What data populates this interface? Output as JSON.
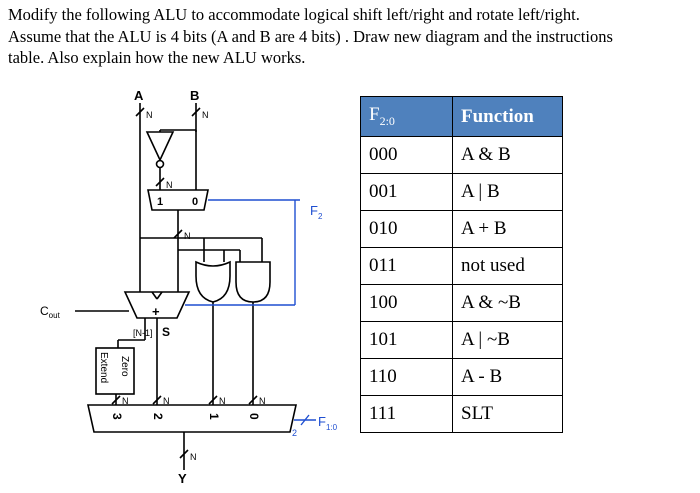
{
  "question": {
    "line1": "Modify the following ALU to accommodate logical shift left/right and rotate left/right.",
    "line2": "Assume that the ALU is 4 bits (A and B are 4 bits) . Draw new diagram and the instructions",
    "line3": "table. Also explain how the new ALU works."
  },
  "diagram": {
    "input_a": "A",
    "input_b": "B",
    "bus_width_a": "N",
    "bus_width_b": "N",
    "bus_width_inv": "N",
    "bus_width_mux_out": "N",
    "bus_width_zero_ext": "N",
    "bus_width_and": "N",
    "bus_width_or": "N",
    "bus_width_y": "N",
    "mux2_in0": "0",
    "mux2_in1": "1",
    "adder_symbol": "+",
    "sum_label": "S",
    "msb_label": "[N-1]",
    "zero_extend_line1": "Zero",
    "zero_extend_line2": "Extend",
    "mux4_in3": "3",
    "mux4_in2": "2",
    "mux4_in1": "1",
    "mux4_in0": "0",
    "cout_main": "C",
    "cout_sub": "out",
    "f2_main": "F",
    "f2_sub": "2",
    "f10_main": "F",
    "f10_sub": "1:0",
    "f10_width": "2",
    "output_y": "Y",
    "wire_color": "#000000",
    "control_wire_color": "#1f4fd1"
  },
  "table": {
    "header_code_main": "F",
    "header_code_sub": "2:0",
    "header_function": "Function",
    "header_bg": "#4f81bd",
    "rows": [
      {
        "code": "000",
        "fn": "A & B"
      },
      {
        "code": "001",
        "fn": "A | B"
      },
      {
        "code": "010",
        "fn": "A + B"
      },
      {
        "code": "011",
        "fn": "not used"
      },
      {
        "code": "100",
        "fn": "A & ~B"
      },
      {
        "code": "101",
        "fn": "A | ~B"
      },
      {
        "code": "110",
        "fn": "A - B"
      },
      {
        "code": "111",
        "fn": "SLT"
      }
    ]
  }
}
